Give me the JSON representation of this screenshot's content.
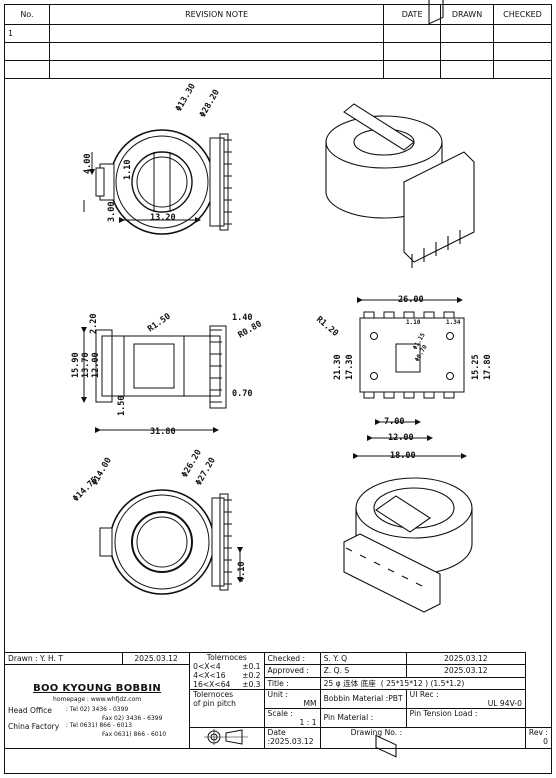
{
  "revision_table": {
    "headers": {
      "no": "No.",
      "note": "REVISION  NOTE",
      "date": "DATE",
      "drawn": "DRAWN",
      "checked": "CHECKED"
    },
    "rows": [
      {
        "no": "1"
      },
      {
        "no": ""
      },
      {
        "no": ""
      }
    ]
  },
  "dimensions": {
    "top_left": [
      "Φ13.30",
      "Φ28.20",
      "4.00",
      "1.10",
      "3.00",
      "13.20"
    ],
    "mid_left": [
      "2.20",
      "R1.50",
      "1.40",
      "R0.80",
      "15.90",
      "13.70",
      "12.00",
      "0.70",
      "1.50",
      "31.80"
    ],
    "mid_right": [
      "R1.20",
      "26.00",
      "1.10",
      "1.34",
      "Φ1.15",
      "Φ0.70",
      "21.30",
      "17.30",
      "15.25",
      "17.80",
      "7.00",
      "12.00",
      "18.00"
    ],
    "bottom_left": [
      "Φ14.00",
      "Φ14.75",
      "Φ26.20",
      "Φ27.20",
      "4.10"
    ]
  },
  "title_block": {
    "drawn_label": "Drawn :",
    "drawn_value": "Y. H. T",
    "drawn_date": "2025.03.12",
    "company": "BOO KYOUNG BOBBIN",
    "homepage": "homepage : www.whfjdz.com",
    "head_office": "Head Office",
    "head_tel": ":  Tel   02) 3436 - 0399",
    "head_fax": "Fax  02) 3436 - 6399",
    "china_factory": "China Factory",
    "china_tel": ":  Tel  0631) 866 - 6013",
    "china_fax": "Fax  0631) 866 - 6010",
    "tolerances_label": "Tolernoces",
    "tol_rows": [
      {
        "range": "0<X<4",
        "value": "±0.1"
      },
      {
        "range": "4<X<16",
        "value": "±0.2"
      },
      {
        "range": "16<X<64",
        "value": "±0.3"
      }
    ],
    "tol_pitch_1": "Tolernoces",
    "tol_pitch_2": "of pin pitch",
    "checked_label": "Checked :",
    "checked_value": "S. Y. Q",
    "checked_date": "2025.03.12",
    "approved_label": "Approved :",
    "approved_value": "Z. Q. S",
    "approved_date": "2025.03.12",
    "title_label": "Title :",
    "title_value": "25 φ 连体 底座",
    "title_spec": "( 25*15*12 ) (1.5*1.2)",
    "unit_label": "Unit :",
    "unit_value": "MM",
    "bobbin_material": "Bobbin Material :PBT",
    "ul_rec_label": "UI Rec :",
    "ul_rec_value": "UL 94V-0",
    "scale_label": "Scale :",
    "scale_value": "1 : 1",
    "pin_material": "Pin Material :",
    "pin_tension": "Pin Tension Load :",
    "date_label": "Date",
    "date_value": ":2025.03.12",
    "drawing_no": "Drawing No.  :",
    "rev_label": "Rev :",
    "rev_value": "0"
  }
}
